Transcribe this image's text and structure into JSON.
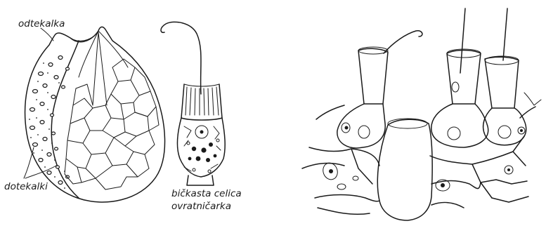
{
  "labels": {
    "osculum": "odtekalka",
    "ostia": "dotekalki",
    "choanocyte_line1": "bičkasta celica",
    "choanocyte_line2": "ovratničarka"
  }
}
